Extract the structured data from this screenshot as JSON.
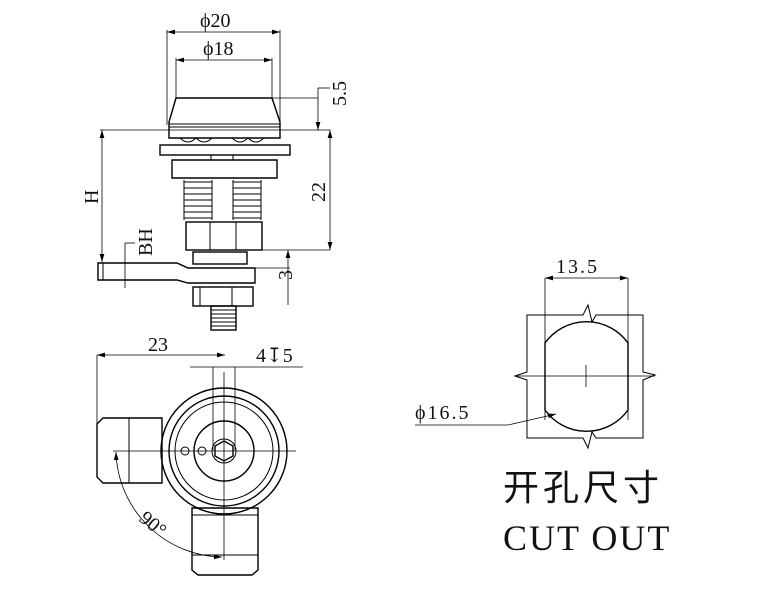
{
  "front_view": {
    "dim_outer_diameter": "ϕ20",
    "dim_inner_diameter": "ϕ18",
    "dim_cap_height": "5.5",
    "dim_body_length": "22",
    "dim_total_height": "H",
    "dim_cam_offset": "BH",
    "dim_cam_thickness": "3"
  },
  "bottom_view": {
    "dim_cam_length": "23",
    "dim_hex_key": "4↧5",
    "dim_rotation_angle": "90°"
  },
  "cut_out": {
    "dim_flat_width": "13.5",
    "dim_hole_diameter": "ϕ16.5",
    "title_cn": "开孔尺寸",
    "title_en": "CUT OUT"
  }
}
